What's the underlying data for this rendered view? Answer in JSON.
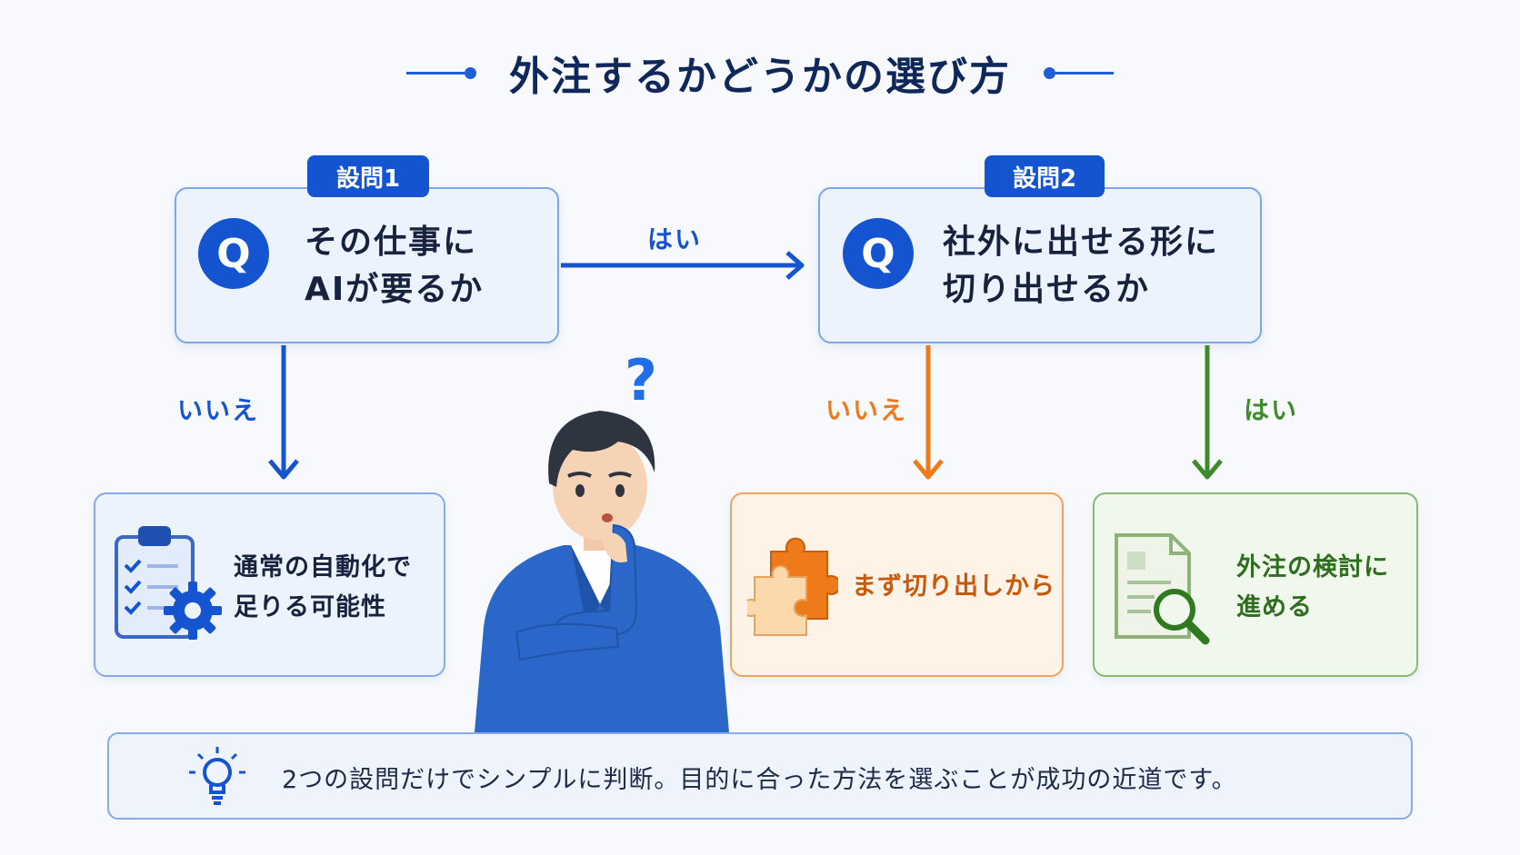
{
  "title": "外注するかどうかの選び方",
  "question1": {
    "badge": "設問1",
    "icon_letter": "Q",
    "text": "その仕事に\nAIが要るか"
  },
  "question2": {
    "badge": "設問2",
    "icon_letter": "Q",
    "text": "社外に出せる形に\n切り出せるか"
  },
  "edges": {
    "q1_yes": "はい",
    "q1_no": "いいえ",
    "q2_no": "いいえ",
    "q2_yes": "はい"
  },
  "outcomes": {
    "automation": {
      "text": "通常の自動化で\n足りる可能性",
      "icon": "clipboard-gear-icon"
    },
    "cut_out": {
      "text": "まず切り出しから",
      "icon": "puzzle-icon"
    },
    "outsource": {
      "text": "外注の検討に\n進める",
      "icon": "document-search-icon"
    }
  },
  "thinking_person": {
    "mark": "?"
  },
  "footer": {
    "icon": "lightbulb-icon",
    "text": "2つの設問だけでシンプルに判断。目的に合った方法を選ぶことが成功の近道です。"
  },
  "colors": {
    "primary": "#1554d1",
    "orange": "#ef7a1a",
    "green": "#3f8a2a"
  }
}
